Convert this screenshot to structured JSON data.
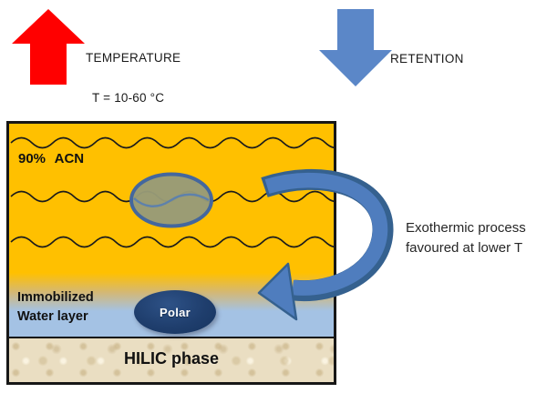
{
  "header": {
    "temperature_label": "TEMPERATURE",
    "temperature_range": "T = 10-60 °C",
    "retention_label": "RETENTION"
  },
  "annotation": {
    "line1": "Exothermic process",
    "line2": "favoured at lower T"
  },
  "diagram": {
    "acn_label": "90% ACN",
    "water_label_line1": "Immobilized",
    "water_label_line2": "Water layer",
    "polar_label": "Polar",
    "hilic_label": "HILIC phase"
  },
  "icons": {
    "temperature_arrow": "up-block-arrow",
    "retention_arrow": "down-block-arrow",
    "exothermic_arrow": "curved-left-arrow"
  },
  "colors": {
    "acn_orange": "#FFC000",
    "water_blue": "#A4C2E4",
    "hilic_tan": "#EADEC2",
    "temperature_red": "#FF0000",
    "retention_blue": "#5B87C8",
    "curved_arrow_fill": "#4F7DBE",
    "curved_arrow_outline": "#35618F",
    "solvent_blob_fill": "#989B78",
    "solvent_blob_outline": "#44679D",
    "polar_navy": "#1F3E6D",
    "wave_line": "#1b1b1b"
  }
}
